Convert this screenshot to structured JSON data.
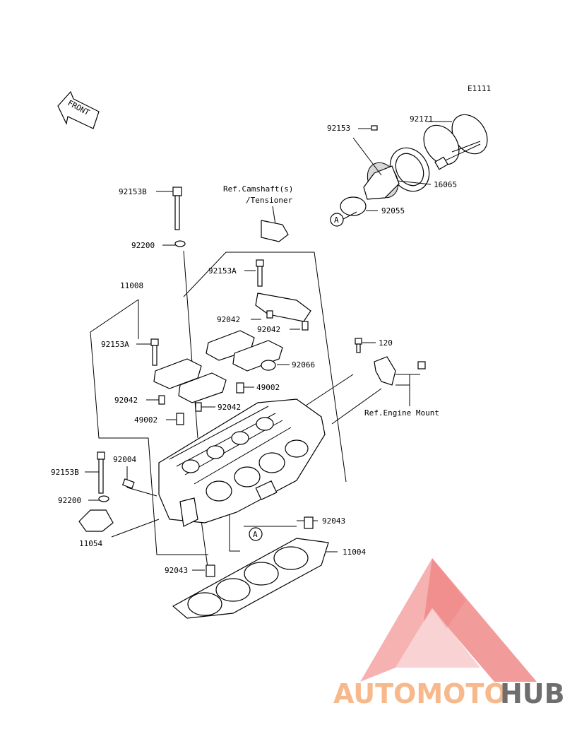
{
  "diagram_code": "E1111",
  "front_label": "FRONT",
  "parts": {
    "p92171": "92171",
    "p92153_top": "92153",
    "p16065": "16065",
    "p92055": "92055",
    "circle_a_top": "A",
    "p92153B_top": "92153B",
    "ref_camshaft_1": "Ref.Camshaft(s)",
    "ref_camshaft_2": "/Tensioner",
    "p92200_top": "92200",
    "p92153A_top": "92153A",
    "p11008": "11008",
    "p92042_a": "92042",
    "p92042_b": "92042",
    "p120": "120",
    "p92153A_left": "92153A",
    "p92066": "92066",
    "p49002_a": "49002",
    "p92042_c": "92042",
    "p92042_d": "92042",
    "ref_engine_mount": "Ref.Engine Mount",
    "p49002_b": "49002",
    "p92004": "92004",
    "p92153B_left": "92153B",
    "p92200_left": "92200",
    "p11054": "11054",
    "p92043_right": "92043",
    "circle_a_bottom": "A",
    "p11004": "11004",
    "p92043_left": "92043"
  },
  "watermark": {
    "part1": "AUTOMOTO",
    "part2": "HUB",
    "color1": "#f7b98c",
    "color2": "#6e6e6e",
    "logo_color": "#f08a8a"
  }
}
